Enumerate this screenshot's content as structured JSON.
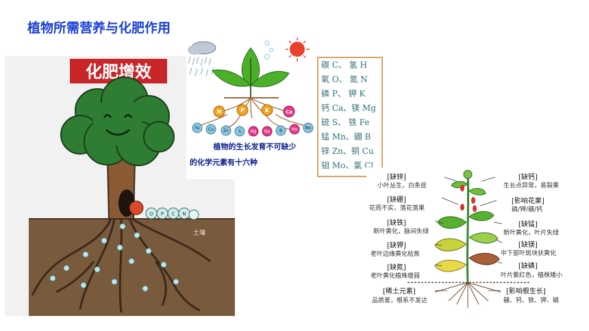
{
  "slide": {
    "title": "植物所需营养与化肥作用"
  },
  "left_panel": {
    "banner": "化肥增效",
    "soil_label": "土壤",
    "caterpillar_letters": [
      "O",
      "P",
      "C",
      "N"
    ]
  },
  "middle_panel": {
    "nutrient_balls_top": [
      "N",
      "P",
      "K",
      "Ca"
    ],
    "nutrient_balls_bottom": [
      "Fe",
      "Cu",
      "Zn",
      "S",
      "Mg",
      "Na",
      "B",
      "Mo",
      "Mn"
    ],
    "caption_line1": "植物的生长发育不可缺少",
    "caption_line2": "的化学元素有十六种",
    "element_rows": [
      "碳 C、 氢 H",
      "氧 O、 氮 N",
      "磷 P、 钾 K",
      "钙 Ca、镁 Mg",
      "硫 S、 铁 Fe",
      "锰 Mn、硼 B",
      "锌 Zn、铜 Cu",
      "钼 Mo、氯 Cl"
    ]
  },
  "deficiency_panel": {
    "left_labels": [
      {
        "head": "[缺锌]",
        "desc": "小叶丛生，白条症"
      },
      {
        "head": "[缺硼]",
        "desc": "花而不实，落花落果"
      },
      {
        "head": "[缺铁]",
        "desc": "新叶黄化，脉间失绿"
      },
      {
        "head": "[缺钾]",
        "desc": "老叶边缘黄化枯焦"
      },
      {
        "head": "[缺氮]",
        "desc": "老叶黄化植株瘦弱"
      },
      {
        "head": "[稀土元素]",
        "desc": "品质差，根系不发达"
      }
    ],
    "right_labels": [
      {
        "head": "[缺钙]",
        "desc": "生长点异常，易裂果"
      },
      {
        "head": "[影响花果]",
        "desc": "磷/钾/硼/钙"
      },
      {
        "head": "[缺锰]",
        "desc": "新叶黄化，叶片失绿"
      },
      {
        "head": "[缺镁]",
        "desc": "中下部叶斑块状黄化"
      },
      {
        "head": "[缺磷]",
        "desc": "叶片紫红色，植株矮小"
      },
      {
        "head": "[影响根生长]",
        "desc": "硼、钙、铁、钾、磷"
      }
    ]
  }
}
